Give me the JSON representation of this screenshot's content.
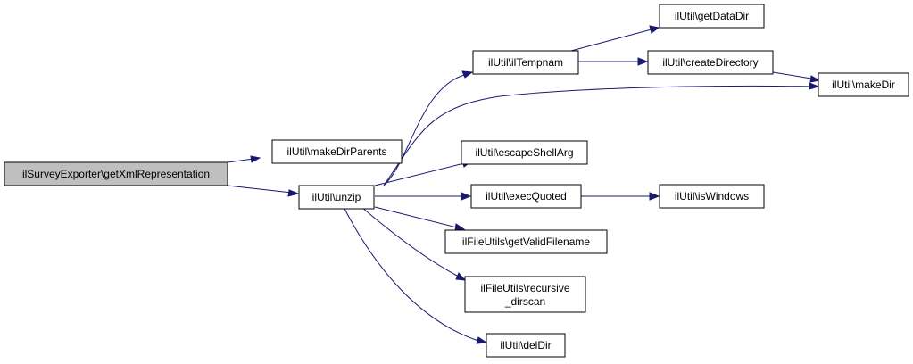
{
  "colors": {
    "root_fill": "#bfbfbf",
    "node_fill": "#ffffff",
    "border": "#000000",
    "edge": "#191970"
  },
  "nodes": {
    "root": "ilSurveyExporter\\getXmlRepresentation",
    "make_dir_parents": "ilUtil\\makeDirParents",
    "unzip": "ilUtil\\unzip",
    "il_tempnam": "ilUtil\\ilTempnam",
    "get_data_dir": "ilUtil\\getDataDir",
    "create_directory": "ilUtil\\createDirectory",
    "make_dir": "ilUtil\\makeDir",
    "escape_shell_arg": "ilUtil\\escapeShellArg",
    "exec_quoted": "ilUtil\\execQuoted",
    "is_windows": "ilUtil\\isWindows",
    "get_valid_filename": "ilFileUtils\\getValidFilename",
    "recursive_dirscan_line1": "ilFileUtils\\recursive",
    "recursive_dirscan_line2": "_dirscan",
    "del_dir": "ilUtil\\delDir"
  }
}
